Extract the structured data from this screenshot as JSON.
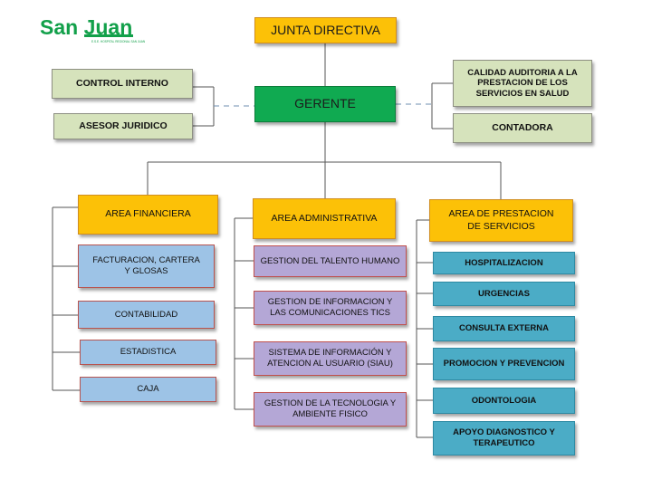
{
  "logo": {
    "text": "San Juan",
    "tagline": "E.S.E. HOSPITAL REGIONAL SAN JUAN",
    "color": "#12a04a"
  },
  "top": {
    "board": "JUNTA DIRECTIVA",
    "manager": "GERENTE"
  },
  "left_staff": [
    "CONTROL INTERNO",
    "ASESOR JURIDICO"
  ],
  "right_staff": [
    "CALIDAD AUDITORIA A LA PRESTACION DE LOS SERVICIOS EN SALUD",
    "CONTADORA"
  ],
  "areas": {
    "financiera": {
      "title": "AREA FINANCIERA",
      "items": [
        "FACTURACION, CARTERA Y GLOSAS",
        "CONTABILIDAD",
        "ESTADISTICA",
        "CAJA"
      ]
    },
    "administrativa": {
      "title": "AREA ADMINISTRATIVA",
      "items": [
        "GESTION DEL TALENTO HUMANO",
        "GESTION DE INFORMACION Y LAS COMUNICACIONES TICS",
        "SISTEMA DE INFORMACIÓN Y ATENCION AL USUARIO (SIAU)",
        "GESTION DE LA TECNOLOGIA Y AMBIENTE FISICO"
      ]
    },
    "servicios": {
      "title": "AREA DE PRESTACION DE SERVICIOS",
      "items": [
        "HOSPITALIZACION",
        "URGENCIAS",
        "CONSULTA EXTERNA",
        "PROMOCION Y PREVENCION",
        "ODONTOLOGIA",
        "APOYO DIAGNOSTICO Y TERAPEUTICO"
      ]
    }
  }
}
